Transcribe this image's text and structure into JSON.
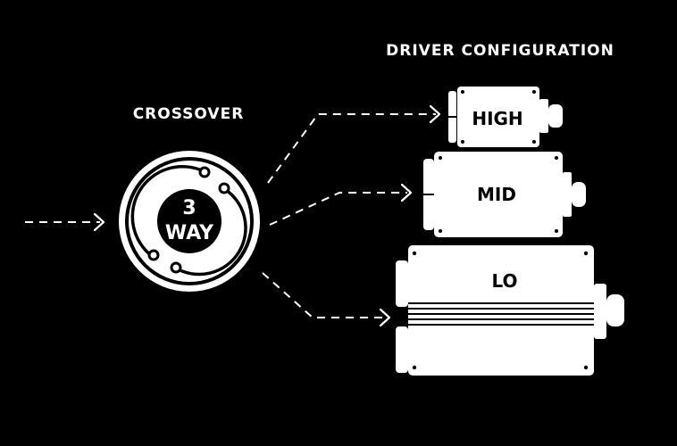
{
  "diagram": {
    "crossover_heading": "CROSSOVER",
    "driver_heading": "DRIVER CONFIGURATION",
    "crossover_line1": "3",
    "crossover_line2": "WAY",
    "drivers": {
      "high": "HIGH",
      "mid": "MID",
      "lo": "LO"
    }
  },
  "colors": {
    "background": "#000000",
    "foreground": "#ffffff"
  }
}
